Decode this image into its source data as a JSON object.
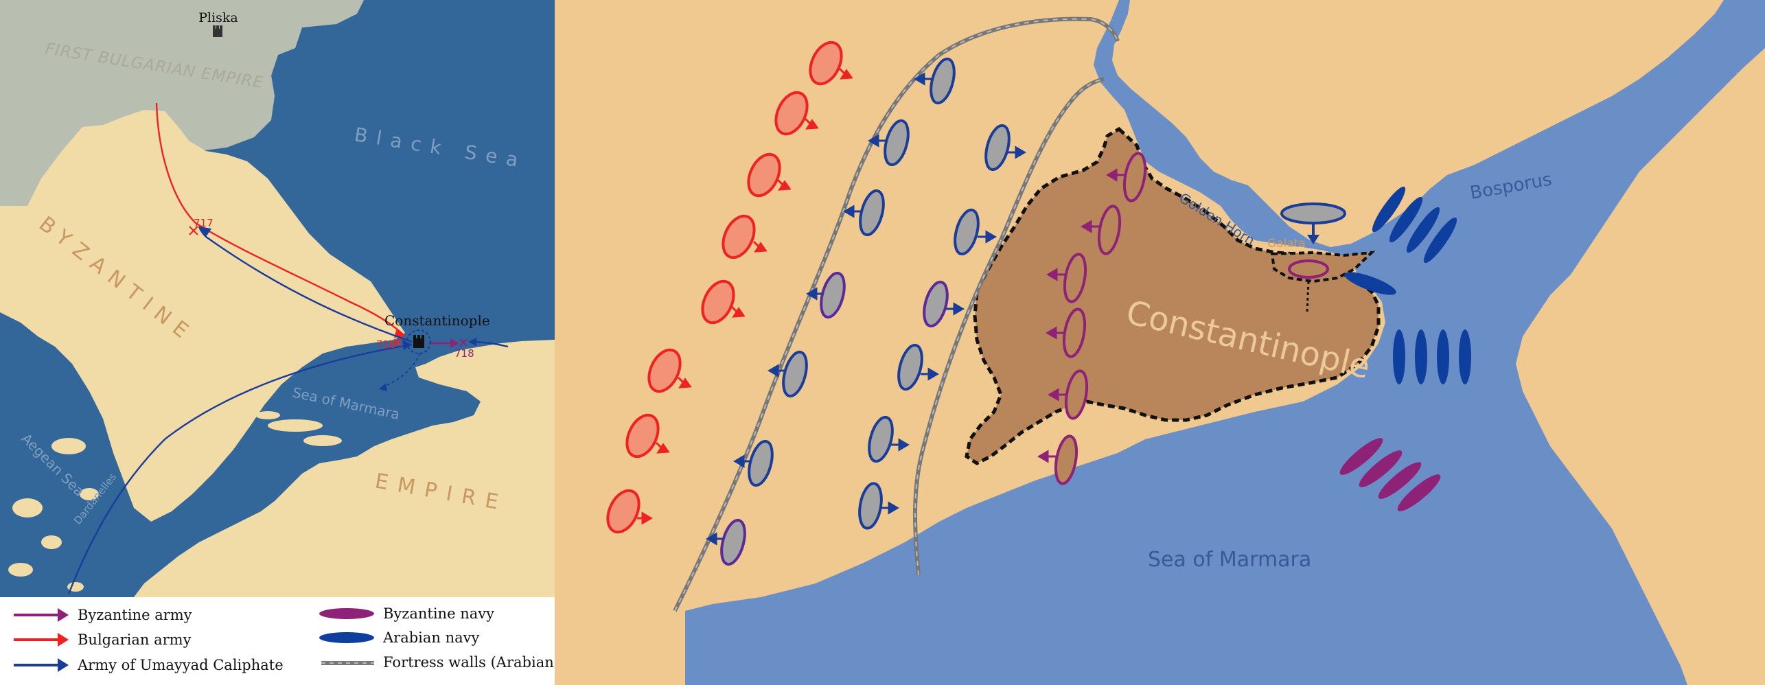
{
  "colors": {
    "sea_dark": "#336699",
    "sea_light": "#6a8fc7",
    "land_byzantine": "#f1dba6",
    "land_bulgarian": "#b8bfb0",
    "land_right": "#efc98f",
    "city_fill": "#b8865a",
    "byzantine": "#8e2277",
    "bulgarian": "#ee2222",
    "umayyad": "#1a3d99",
    "army_gray": "#a3a3a3",
    "bulgar_fill": "#f29277",
    "arab_navy": "#0f3f9e"
  },
  "left_map": {
    "labels": {
      "pliska": "Pliska",
      "first_bulgarian_empire": "FIRST BULGARIAN EMPIRE",
      "black_sea": "Black Sea",
      "byzantine": "BYZANTINE",
      "empire": "EMPIRE",
      "constantinople": "Constantinople",
      "sea_of_marmara": "Sea of Marmara",
      "aegean_sea": "Aegean Sea",
      "dardanelles": "Dardanelles",
      "year_717": "717",
      "year_718_bulgar": "718",
      "year_718_byz": "718"
    },
    "icons": [
      "fortress-icon",
      "battle-cross-icon"
    ]
  },
  "legend": {
    "items": [
      {
        "label": "Byzantine army",
        "icon": "arrow",
        "color": "#8e2277"
      },
      {
        "label": "Bulgarian army",
        "icon": "arrow",
        "color": "#ee2222"
      },
      {
        "label": "Army of Umayyad Caliphate",
        "icon": "arrow",
        "color": "#1a3d99"
      },
      {
        "label": "Byzantine navy",
        "icon": "ellipse",
        "color": "#8e2277"
      },
      {
        "label": "Arabian navy",
        "icon": "ellipse",
        "color": "#0f3f9e"
      },
      {
        "label": "Fortress walls (Arabian)",
        "icon": "dashed-line",
        "color": "#777777"
      }
    ]
  },
  "right_map": {
    "labels": {
      "constantinople": "Constantinople",
      "golden_horn": "Golden Horn",
      "galata": "Galata",
      "bosporus": "Bosporus",
      "sea_of_marmara": "Sea of Marmara"
    }
  }
}
